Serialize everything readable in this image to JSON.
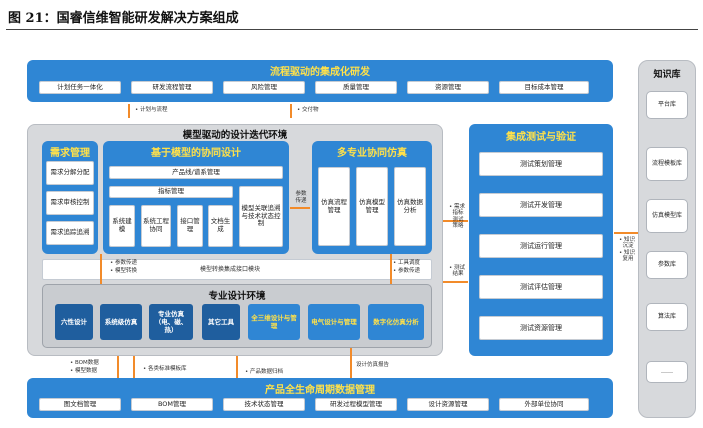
{
  "caption": "图 21：国睿信维智能研发解决方案组成",
  "top": {
    "title": "流程驱动的集成化研发",
    "items": [
      "计划任务一体化",
      "研发流程管理",
      "风险管理",
      "质量管理",
      "资源管理",
      "目标成本管理"
    ]
  },
  "top_notes": {
    "left": "计划与流程",
    "right": "交付物"
  },
  "model": {
    "title": "模型驱动的设计迭代环境",
    "req": {
      "title": "需求管理",
      "items": [
        "需求分解分配",
        "需求审核控制",
        "需求追踪追溯"
      ]
    },
    "collab": {
      "title": "基于模型的协同设计",
      "row1": "产品线/谱系管理",
      "row2": "指标管理",
      "cols": [
        "系统建模",
        "系统工程协同",
        "接口管理",
        "文档生成"
      ],
      "side": "模型关联追溯与技术状态控制"
    },
    "param_note": "参数传递",
    "sim": {
      "title": "多专业协同仿真",
      "items": [
        "仿真流程管理",
        "仿真模型管理",
        "仿真数据分析"
      ]
    },
    "middle_notes": [
      "参数传递",
      "模型转换"
    ],
    "middle_bar": "模型转换集成接口模块",
    "right_notes": [
      "工具调度",
      "参数传递"
    ],
    "env": {
      "title": "专业设计环境",
      "items": [
        "六性设计",
        "系统级仿真",
        "专业仿真（电、磁、热）",
        "其它工具",
        "全三维设计与管理",
        "电气设计与管理",
        "数字化仿真分析"
      ]
    }
  },
  "bottom_notes": {
    "left": [
      "BOM数据",
      "模型数据"
    ],
    "mid1": "各类标准模板库",
    "mid2": "产品数据归档",
    "right": "设计仿真报告"
  },
  "bottom": {
    "title": "产品全生命周期数据管理",
    "items": [
      "图文档管理",
      "BOM管理",
      "技术状态管理",
      "研发过程模型管理",
      "设计资源管理",
      "外部单位协同"
    ]
  },
  "test": {
    "title": "集成测试与验证",
    "items": [
      "测试策划管理",
      "测试开发管理",
      "测试运行管理",
      "测试评估管理",
      "测试资源管理"
    ],
    "notes_left": [
      "需求",
      "指标",
      "测试",
      "策略"
    ],
    "notes_left2": [
      "测试",
      "结果"
    ]
  },
  "kb": {
    "title": "知识库",
    "items": [
      "平台库",
      "流程模板库",
      "仿真模型库",
      "参数库",
      "算法库",
      "……"
    ],
    "notes": [
      "知识",
      "沉淀",
      "知识",
      "复用"
    ]
  }
}
